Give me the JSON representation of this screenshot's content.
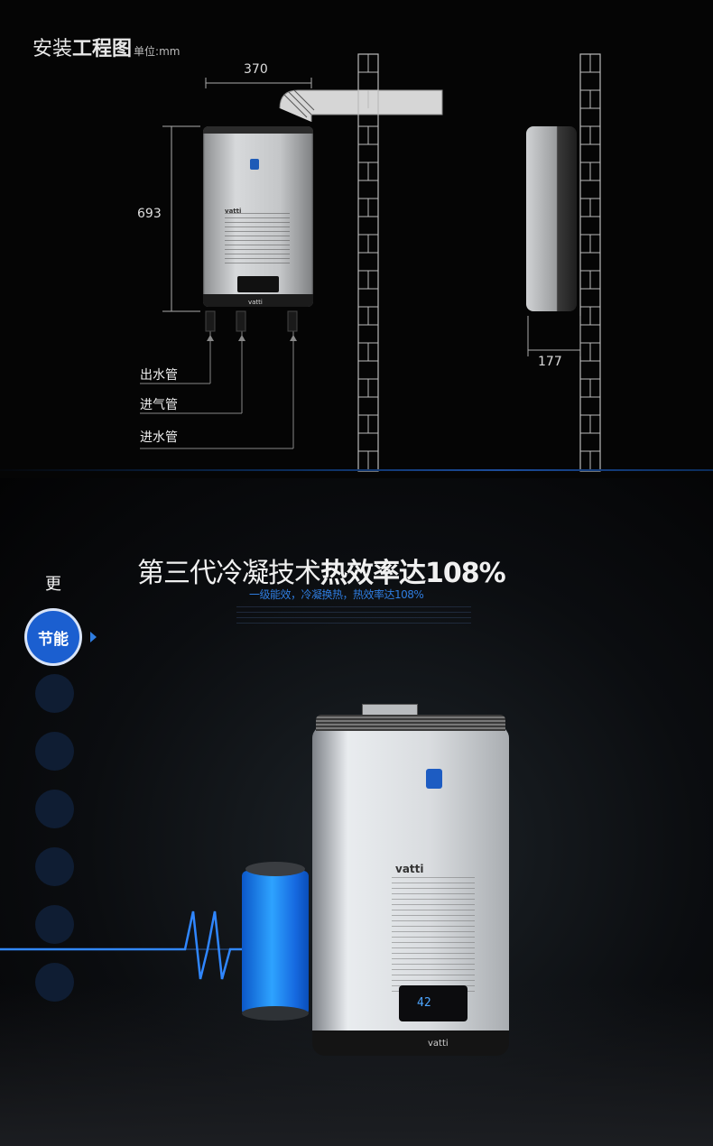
{
  "install": {
    "title_light": "安装",
    "title_bold": "工程图",
    "unit": "单位:mm",
    "width_dim": "370",
    "height_dim": "693",
    "depth_dim": "177",
    "pipes": [
      "出水管",
      "进气管",
      "进水管"
    ],
    "front_brand": "vatti"
  },
  "energy": {
    "menu_more": "更",
    "menu_active": "节能",
    "headline_light": "第三代冷凝技术",
    "headline_bold": "热效率达108%",
    "subline": "一级能效，冷凝换热，热效率达108%",
    "heater_brand": "vatti",
    "display_value": "42"
  },
  "colors": {
    "accent": "#2f7de0",
    "active_menu": "#1b5fd0",
    "menu_dot": "#0f1d33"
  }
}
